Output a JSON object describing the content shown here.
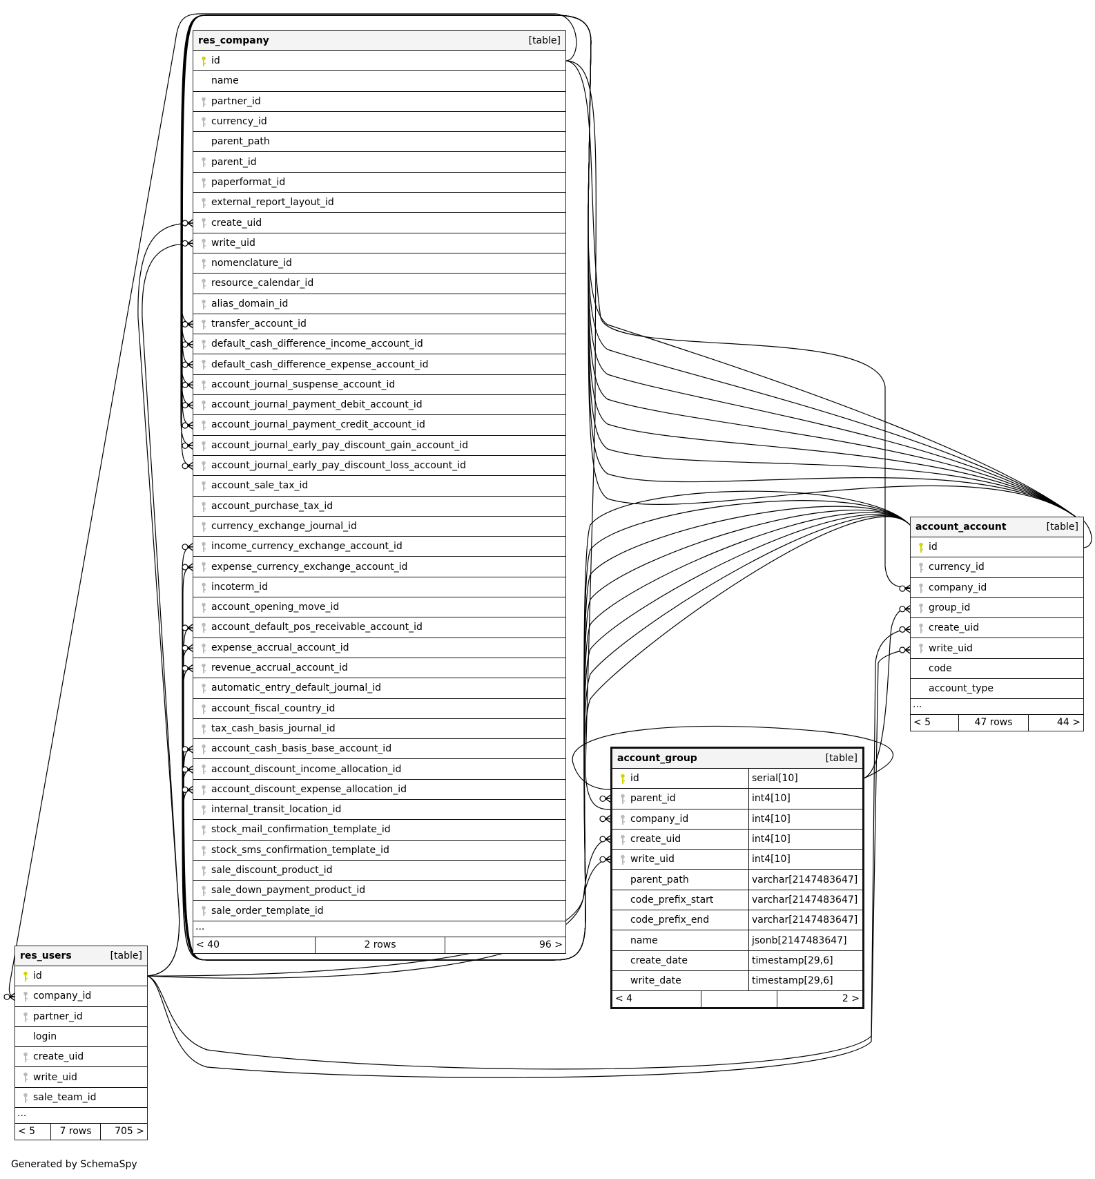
{
  "footer_text": "Generated by SchemaSpy",
  "colors": {
    "pk_key": "#d4d400",
    "fk_key": "#bbbbbb",
    "header_bg": "#f4f4f4"
  },
  "tables": {
    "res_company": {
      "name": "res_company",
      "kind": "[table]",
      "columns": [
        {
          "name": "id",
          "key": "pk"
        },
        {
          "name": "name",
          "key": ""
        },
        {
          "name": "partner_id",
          "key": "fk"
        },
        {
          "name": "currency_id",
          "key": "fk"
        },
        {
          "name": "parent_path",
          "key": ""
        },
        {
          "name": "parent_id",
          "key": "fk"
        },
        {
          "name": "paperformat_id",
          "key": "fk"
        },
        {
          "name": "external_report_layout_id",
          "key": "fk"
        },
        {
          "name": "create_uid",
          "key": "fk"
        },
        {
          "name": "write_uid",
          "key": "fk"
        },
        {
          "name": "nomenclature_id",
          "key": "fk"
        },
        {
          "name": "resource_calendar_id",
          "key": "fk"
        },
        {
          "name": "alias_domain_id",
          "key": "fk"
        },
        {
          "name": "transfer_account_id",
          "key": "fk"
        },
        {
          "name": "default_cash_difference_income_account_id",
          "key": "fk"
        },
        {
          "name": "default_cash_difference_expense_account_id",
          "key": "fk"
        },
        {
          "name": "account_journal_suspense_account_id",
          "key": "fk"
        },
        {
          "name": "account_journal_payment_debit_account_id",
          "key": "fk"
        },
        {
          "name": "account_journal_payment_credit_account_id",
          "key": "fk"
        },
        {
          "name": "account_journal_early_pay_discount_gain_account_id",
          "key": "fk"
        },
        {
          "name": "account_journal_early_pay_discount_loss_account_id",
          "key": "fk"
        },
        {
          "name": "account_sale_tax_id",
          "key": "fk"
        },
        {
          "name": "account_purchase_tax_id",
          "key": "fk"
        },
        {
          "name": "currency_exchange_journal_id",
          "key": "fk"
        },
        {
          "name": "income_currency_exchange_account_id",
          "key": "fk"
        },
        {
          "name": "expense_currency_exchange_account_id",
          "key": "fk"
        },
        {
          "name": "incoterm_id",
          "key": "fk"
        },
        {
          "name": "account_opening_move_id",
          "key": "fk"
        },
        {
          "name": "account_default_pos_receivable_account_id",
          "key": "fk"
        },
        {
          "name": "expense_accrual_account_id",
          "key": "fk"
        },
        {
          "name": "revenue_accrual_account_id",
          "key": "fk"
        },
        {
          "name": "automatic_entry_default_journal_id",
          "key": "fk"
        },
        {
          "name": "account_fiscal_country_id",
          "key": "fk"
        },
        {
          "name": "tax_cash_basis_journal_id",
          "key": "fk"
        },
        {
          "name": "account_cash_basis_base_account_id",
          "key": "fk"
        },
        {
          "name": "account_discount_income_allocation_id",
          "key": "fk"
        },
        {
          "name": "account_discount_expense_allocation_id",
          "key": "fk"
        },
        {
          "name": "internal_transit_location_id",
          "key": "fk"
        },
        {
          "name": "stock_mail_confirmation_template_id",
          "key": "fk"
        },
        {
          "name": "stock_sms_confirmation_template_id",
          "key": "fk"
        },
        {
          "name": "sale_discount_product_id",
          "key": "fk"
        },
        {
          "name": "sale_down_payment_product_id",
          "key": "fk"
        },
        {
          "name": "sale_order_template_id",
          "key": "fk"
        }
      ],
      "more": "...",
      "footer": [
        "< 40",
        "2 rows",
        "96 >"
      ]
    },
    "account_account": {
      "name": "account_account",
      "kind": "[table]",
      "columns": [
        {
          "name": "id",
          "key": "pk"
        },
        {
          "name": "currency_id",
          "key": "fk"
        },
        {
          "name": "company_id",
          "key": "fk"
        },
        {
          "name": "group_id",
          "key": "fk"
        },
        {
          "name": "create_uid",
          "key": "fk"
        },
        {
          "name": "write_uid",
          "key": "fk"
        },
        {
          "name": "code",
          "key": ""
        },
        {
          "name": "account_type",
          "key": ""
        }
      ],
      "more": "...",
      "footer": [
        "< 5",
        "47 rows",
        "44 >"
      ]
    },
    "account_group": {
      "name": "account_group",
      "kind": "[table]",
      "columns": [
        {
          "name": "id",
          "key": "pk",
          "type": "serial[10]"
        },
        {
          "name": "parent_id",
          "key": "fk",
          "type": "int4[10]"
        },
        {
          "name": "company_id",
          "key": "fk",
          "type": "int4[10]"
        },
        {
          "name": "create_uid",
          "key": "fk",
          "type": "int4[10]"
        },
        {
          "name": "write_uid",
          "key": "fk",
          "type": "int4[10]"
        },
        {
          "name": "parent_path",
          "key": "",
          "type": "varchar[2147483647]"
        },
        {
          "name": "code_prefix_start",
          "key": "",
          "type": "varchar[2147483647]"
        },
        {
          "name": "code_prefix_end",
          "key": "",
          "type": "varchar[2147483647]"
        },
        {
          "name": "name",
          "key": "",
          "type": "jsonb[2147483647]"
        },
        {
          "name": "create_date",
          "key": "",
          "type": "timestamp[29,6]"
        },
        {
          "name": "write_date",
          "key": "",
          "type": "timestamp[29,6]"
        }
      ],
      "footer": [
        "< 4",
        "",
        "2 >"
      ]
    },
    "res_users": {
      "name": "res_users",
      "kind": "[table]",
      "columns": [
        {
          "name": "id",
          "key": "pk"
        },
        {
          "name": "company_id",
          "key": "fk"
        },
        {
          "name": "partner_id",
          "key": "fk"
        },
        {
          "name": "login",
          "key": ""
        },
        {
          "name": "create_uid",
          "key": "fk"
        },
        {
          "name": "write_uid",
          "key": "fk"
        },
        {
          "name": "sale_team_id",
          "key": "fk"
        }
      ],
      "more": "...",
      "footer": [
        "< 5",
        "7 rows",
        "705 >"
      ]
    }
  }
}
